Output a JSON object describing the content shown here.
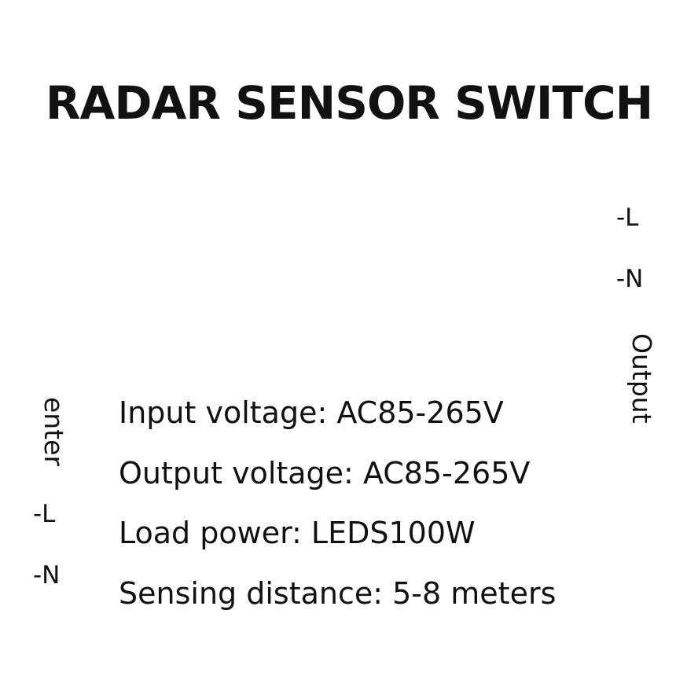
{
  "title": "RADAR SENSOR SWITCH",
  "output_terminals": {
    "l": "-L",
    "n": "-N",
    "label": "Output"
  },
  "input_terminals": {
    "label": "enter",
    "l": "-L",
    "n": "-N"
  },
  "specs": {
    "input_voltage": "Input voltage: AC85-265V",
    "output_voltage": "Output voltage: AC85-265V",
    "load_power": "Load power: LEDS100W",
    "sensing_distance": "Sensing distance: 5-8 meters"
  }
}
